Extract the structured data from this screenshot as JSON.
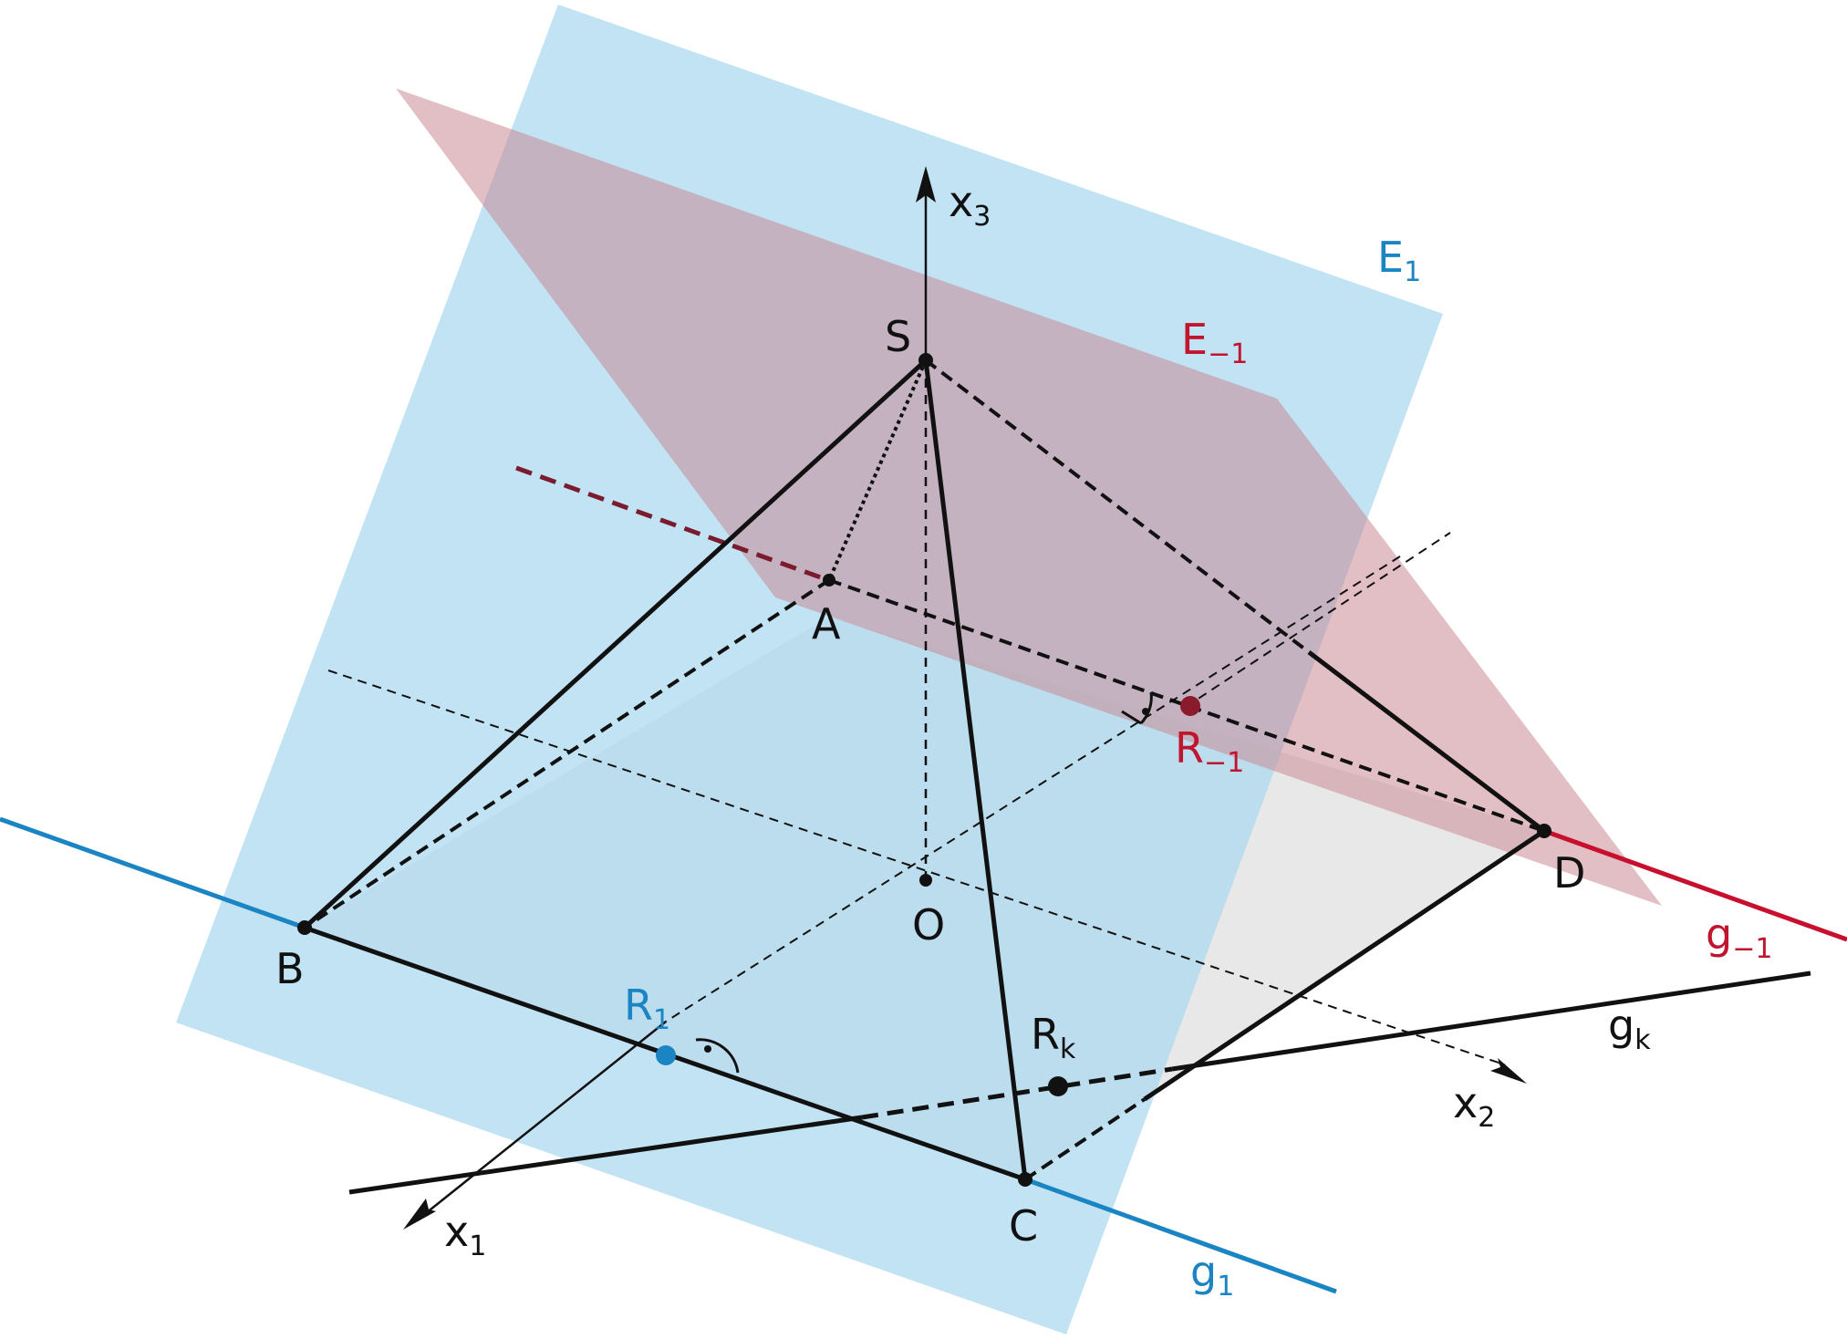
{
  "colors": {
    "plane_E1": "#a9d8ee",
    "plane_Em1": "#c98a96",
    "line_g1": "#1a85c2",
    "line_gm1": "#c8102e",
    "label_blue": "#1a85c2",
    "label_red": "#c0142f",
    "dark": "#111111",
    "base_gray": "#e6e6e6"
  },
  "labels": {
    "x1": {
      "main": "x",
      "sub": "1"
    },
    "x2": {
      "main": "x",
      "sub": "2"
    },
    "x3": {
      "main": "x",
      "sub": "3"
    },
    "S": {
      "main": "S"
    },
    "A": {
      "main": "A"
    },
    "B": {
      "main": "B"
    },
    "C": {
      "main": "C"
    },
    "D": {
      "main": "D"
    },
    "O": {
      "main": "O"
    },
    "E1": {
      "main": "E",
      "sub": "1"
    },
    "Em1": {
      "main": "E",
      "sub": "−1"
    },
    "R1": {
      "main": "R",
      "sub": "1"
    },
    "Rm1": {
      "main": "R",
      "sub": "−1"
    },
    "Rk": {
      "main": "R",
      "sub": "k"
    },
    "g1": {
      "main": "g",
      "sub": "1"
    },
    "gm1": {
      "main": "g",
      "sub": "−1"
    },
    "gk": {
      "main": "g",
      "sub": "k"
    }
  }
}
